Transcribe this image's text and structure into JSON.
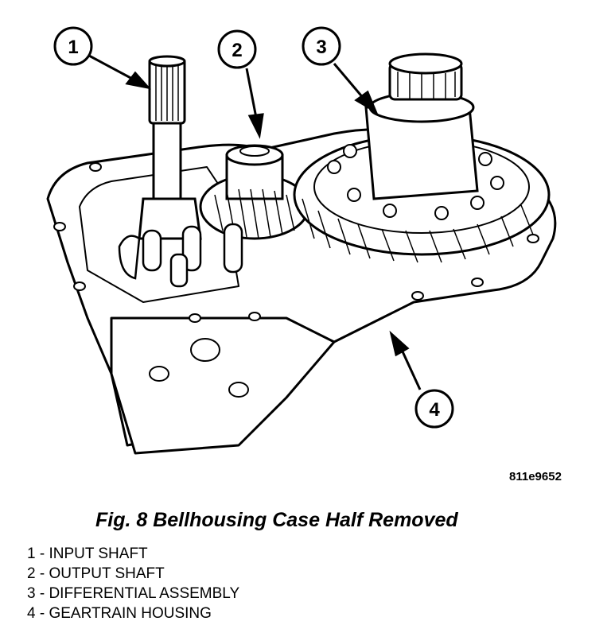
{
  "figure": {
    "code": "811e9652",
    "caption": "Fig. 8 Bellhousing Case Half Removed",
    "callouts": [
      "1",
      "2",
      "3",
      "4"
    ]
  },
  "legend": [
    "1 - INPUT SHAFT",
    "2 - OUTPUT SHAFT",
    "3 - DIFFERENTIAL ASSEMBLY",
    "4 - GEARTRAIN HOUSING"
  ]
}
